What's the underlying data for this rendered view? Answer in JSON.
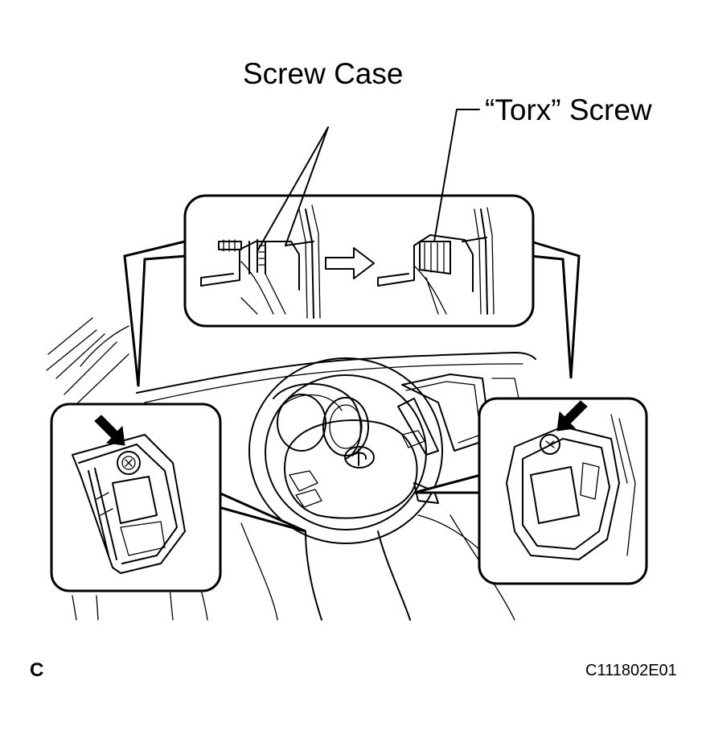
{
  "labels": {
    "screw_case": "Screw Case",
    "torx_screw": "“Torx” Screw",
    "corner_letter": "C",
    "figure_code": "C111802E01"
  },
  "icons": {
    "install_arrow": "hollow-right-arrow-icon",
    "pointer_arrows": "solid-pointer-arrow-icon"
  },
  "colors": {
    "line": "#000000",
    "background": "#ffffff"
  }
}
